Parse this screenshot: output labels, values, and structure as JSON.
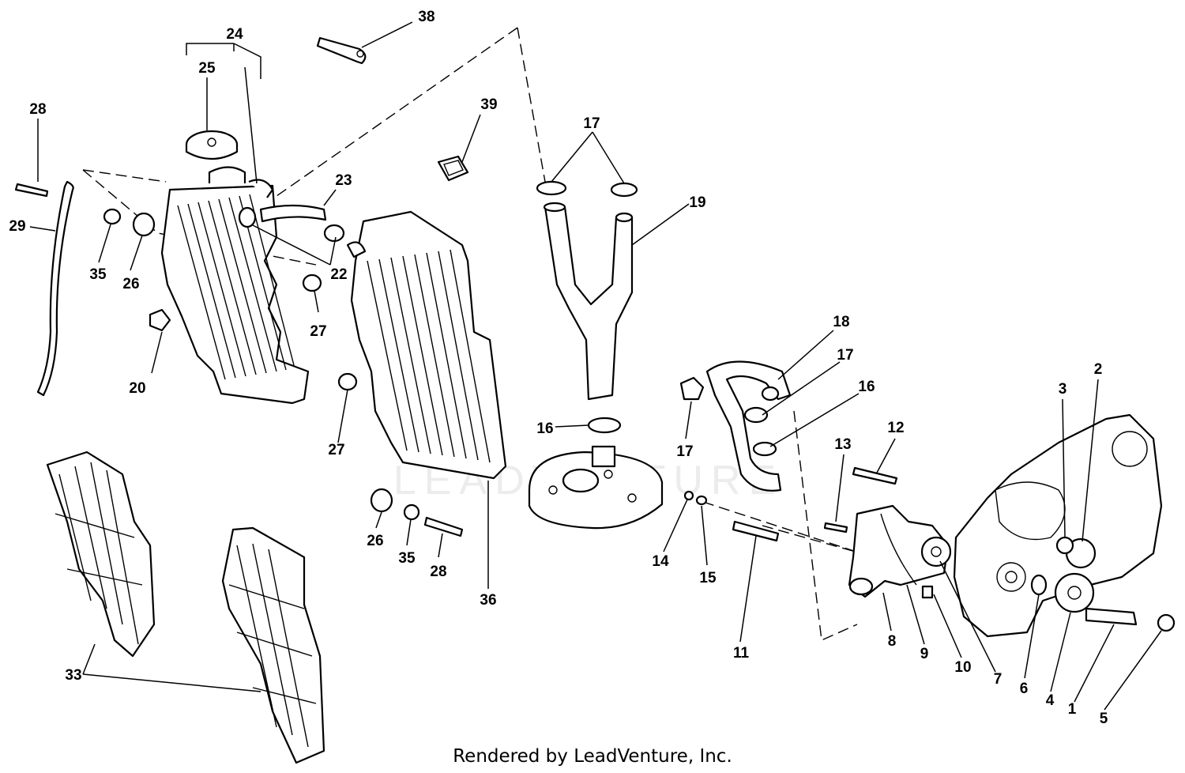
{
  "watermark": "LEADVENTURE",
  "footer": "Rendered by LeadVenture, Inc.",
  "callouts": {
    "c1": "1",
    "c2": "2",
    "c3": "3",
    "c4": "4",
    "c5": "5",
    "c6": "6",
    "c7": "7",
    "c8": "8",
    "c9": "9",
    "c10": "10",
    "c11": "11",
    "c12": "12",
    "c13": "13",
    "c14": "14",
    "c15": "15",
    "c16a": "16",
    "c16b": "16",
    "c17a": "17",
    "c17b": "17",
    "c17c": "17",
    "c18": "18",
    "c19": "19",
    "c20": "20",
    "c22": "22",
    "c23": "23",
    "c24": "24",
    "c25": "25",
    "c26a": "26",
    "c26b": "26",
    "c27a": "27",
    "c27b": "27",
    "c28a": "28",
    "c28b": "28",
    "c29": "29",
    "c33": "33",
    "c35a": "35",
    "c35b": "35",
    "c36": "36",
    "c38": "38",
    "c39": "39"
  }
}
